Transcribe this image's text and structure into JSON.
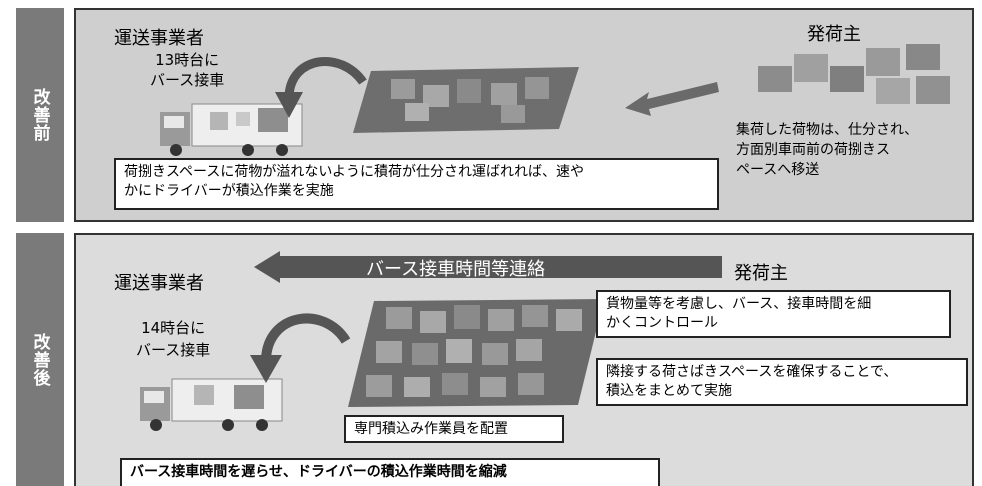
{
  "before": {
    "side_label": "改善前",
    "carrier_label": "運送事業者",
    "time_label": "13時台に\nバース接車",
    "shipper_label": "発荷主",
    "shipper_note": "集荷した荷物は、仕分され、\n方面別車両前の荷捌きス\nペースへ移送",
    "note_box": "荷捌きスペースに荷物が溢れないように積荷が仕分され運ばれれば、速や\nかにドライバーが積込作業を実施"
  },
  "after": {
    "side_label": "改善後",
    "carrier_label": "運送事業者",
    "arrow_label": "バース接車時間等連絡",
    "shipper_label": "発荷主",
    "time_label": "14時台に\nバース接車",
    "box_control": "貨物量等を考慮し、バース、接車時間を細\nかくコントロール",
    "box_space": "隣接する荷さばきスペースを確保することで、\n積込をまとめて実施",
    "box_staff": "専門積込み作業員を配置",
    "bottom_box": "バース接車時間を遅らせ、ドライバーの積込作業時間を縮減"
  },
  "colors": {
    "side_label_bg": "#7a7a7a",
    "panel_before_bg": "#cfcfcf",
    "panel_after_bg": "#dcdcdc",
    "arrow_dark": "#555555"
  }
}
